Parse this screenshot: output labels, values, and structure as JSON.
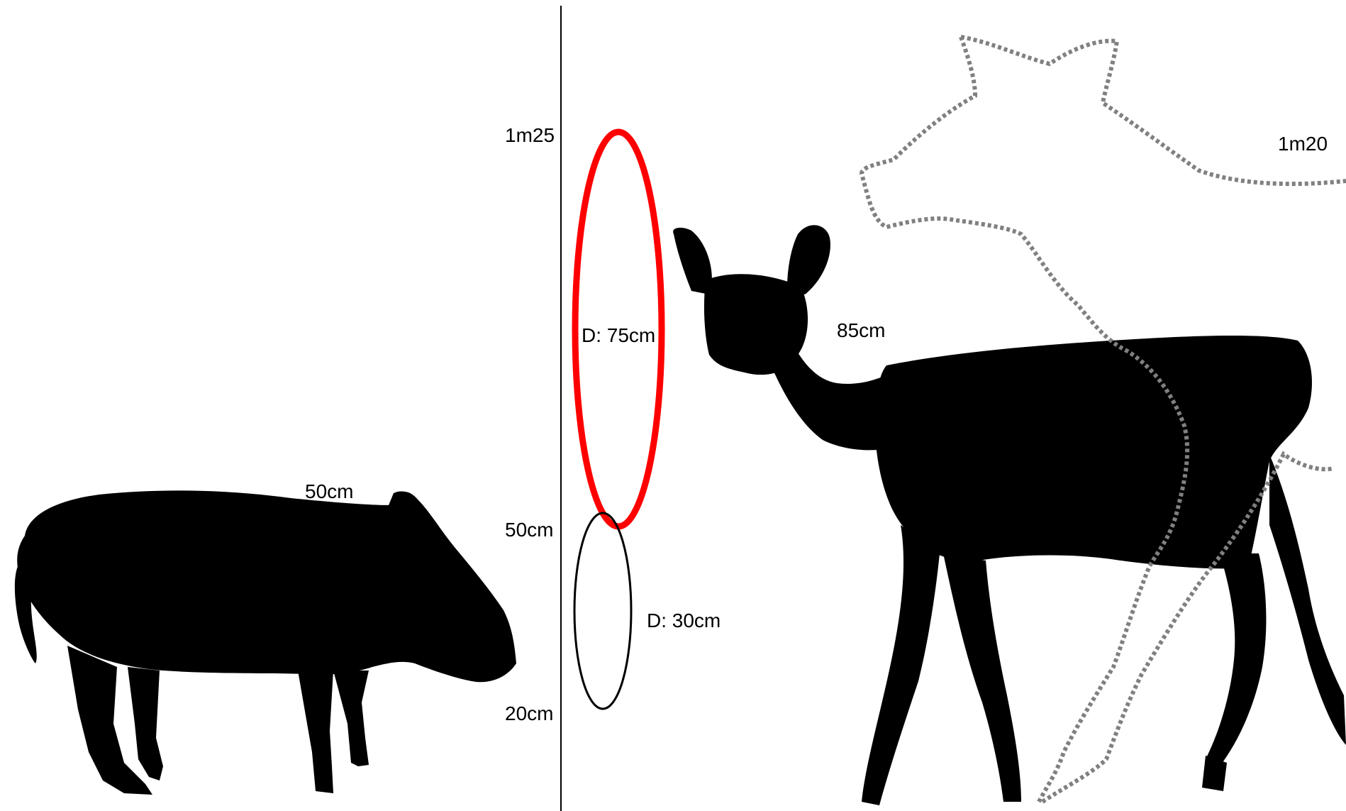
{
  "colors": {
    "background": "#ffffff",
    "silhouette": "#000000",
    "highlight_ellipse": "#ff0000",
    "reference_ellipse": "#000000",
    "dotted_outline": "#808080",
    "axis_line": "#000000"
  },
  "height_scale": {
    "top_label": "1m25",
    "middle_label": "50cm",
    "bottom_label": "20cm"
  },
  "ellipses": {
    "large": {
      "label": "D: 75cm",
      "color": "red"
    },
    "small": {
      "label": "D: 30cm",
      "color": "black"
    }
  },
  "animals": {
    "boar": {
      "icon": "wild-boar-silhouette",
      "height_label": "50cm"
    },
    "deer": {
      "icon": "deer-silhouette",
      "height_label": "85cm"
    },
    "outline": {
      "icon": "large-animal-dotted-outline",
      "height_label": "1m20"
    }
  }
}
